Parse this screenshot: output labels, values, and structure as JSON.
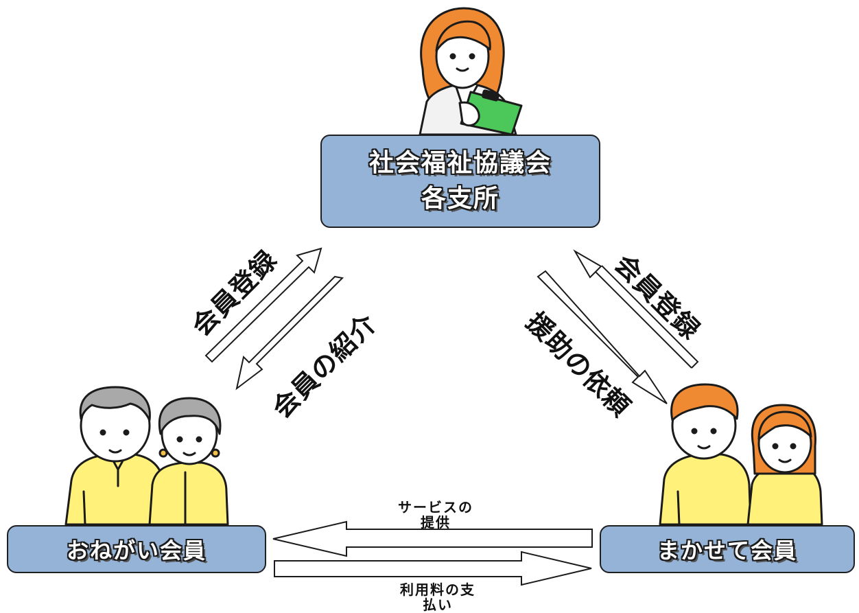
{
  "nodes": {
    "top": {
      "line1": "社会福祉協議会",
      "line2": "各支所"
    },
    "left": "おねがい会員",
    "right": "まかせて会員"
  },
  "edges": {
    "left_up": "会員登録",
    "left_down": "会員の紹介",
    "right_up": "会員登録",
    "right_down": "援助の依頼",
    "bottom_service": {
      "line1": "サービスの",
      "line2": "提供"
    },
    "bottom_payment": {
      "line1": "利用料の支",
      "line2": "払い"
    }
  },
  "colors": {
    "box_fill": "#95b3d7",
    "shirt_yellow": "#fff17a",
    "hair_orange": "#ef8a33",
    "hair_gray": "#a9a9a9",
    "clipboard_green": "#4cc75a",
    "skin": "#ffffff"
  },
  "icons": [
    "coordinator-figure",
    "elderly-couple-figure",
    "young-couple-figure"
  ]
}
